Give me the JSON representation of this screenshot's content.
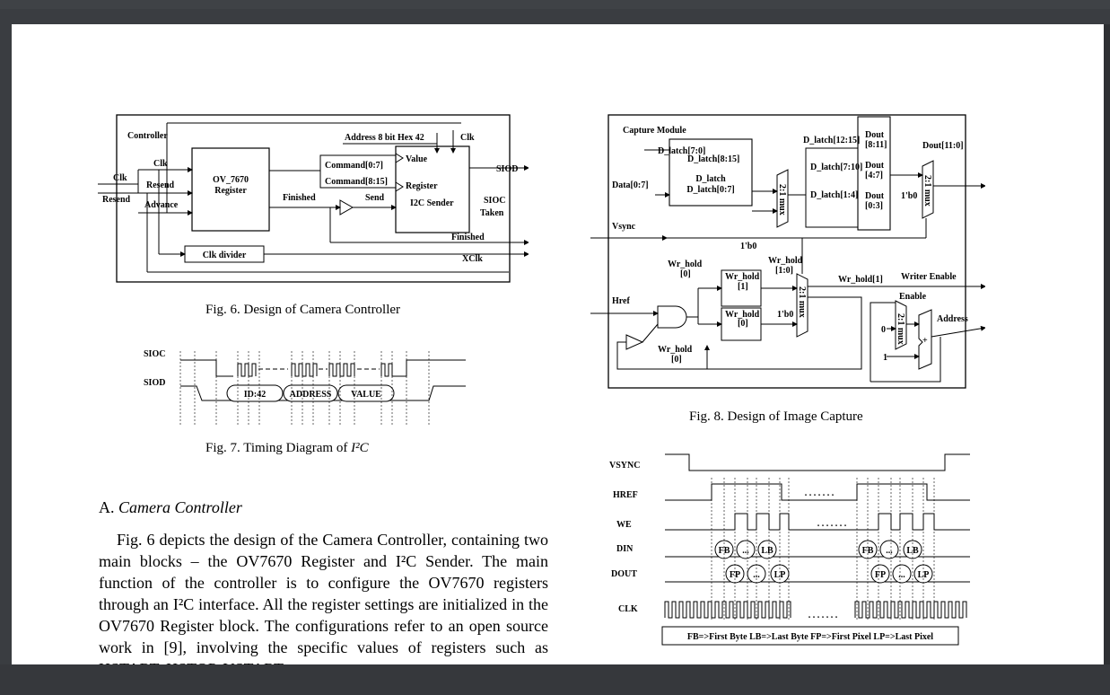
{
  "fig6": {
    "caption": "Fig. 6.  Design of Camera Controller",
    "controller": "Controller",
    "clk_in": "Clk",
    "resend_in": "Resend",
    "clk": "Clk",
    "resend": "Resend",
    "advance": "Advance",
    "reg_title": "OV_7670",
    "reg_sub": "Register",
    "finished": "Finished",
    "send": "Send",
    "address": "Address 8 bit Hex 42",
    "clk2": "Clk",
    "value": "Value",
    "cmd0": "Command[0:7]",
    "cmd8": "Command[8:15]",
    "register": "Register",
    "sender": "I2C Sender",
    "siod": "SIOD",
    "sioc": "SIOC",
    "taken": "Taken",
    "finished_out": "Finished",
    "xclk": "XClk",
    "clkdiv": "Clk divider"
  },
  "fig7": {
    "caption_prefix": "Fig. 7.  Timing Diagram of ",
    "caption_math": "I²C",
    "sioc": "SIOC",
    "siod": "SIOD",
    "id": "ID:42",
    "addr": "ADDRESS",
    "val": "VALUE"
  },
  "fig8": {
    "caption": "Fig. 8.  Design of Image Capture",
    "capture": "Capture Module",
    "dl70": "D_latch[7:0]",
    "dl815": "D_latch[8:15]",
    "dlatch": "D_latch",
    "dl07": "D_latch[0:7]",
    "data": "Data[0:7]",
    "dl1215": "D_latch[12:15]",
    "dl710": "D_latch[7:10]",
    "dl14": "D_latch[1:4]",
    "dout": "Dout",
    "dout811": "[8:11]",
    "dout47": "[4:7]",
    "dout03": "[0:3]",
    "dout_out": "Dout[11:0]",
    "mux": "2:1 mux",
    "b0": "1'b0",
    "vsync": "Vsync",
    "href": "Href",
    "wrhold": "Wr_hold",
    "idx0": "[0]",
    "idx1": "[1]",
    "idx10": "[1:0]",
    "wrhold1": "Wr_hold[1]",
    "writer_enable": "Writer Enable",
    "enable": "Enable",
    "address": "Address",
    "plus": "+",
    "zero": "0",
    "one": "1"
  },
  "fig9": {
    "vsync": "VSYNC",
    "href": "HREF",
    "we": "WE",
    "din": "DIN",
    "dout": "DOUT",
    "clk": "CLK",
    "fb": "FB",
    "lb": "LB",
    "fp": "FP",
    "lp": "LP",
    "dots": "...",
    "ellipsis": ". . . . . . .",
    "legend": "FB=>First Byte  LB=>Last Byte  FP=>First Pixel  LP=>Last Pixel"
  },
  "section": {
    "num": "A.",
    "title": "Camera Controller",
    "para": "Fig. 6 depicts the design of the Camera Controller, containing two main blocks – the OV7670 Register and I²C Sender. The main function of the controller is to configure the OV7670 registers through an I²C interface. All the register settings are initialized in the OV7670 Register block. The configurations refer to an open source work in [9], involving the specific values of registers such as HSTART, HSTOP, VSTART,"
  }
}
